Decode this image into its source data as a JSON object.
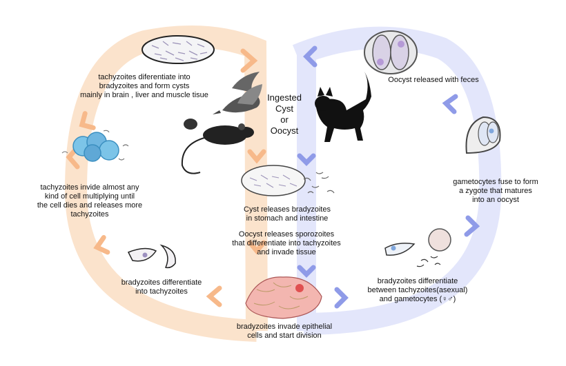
{
  "labels": {
    "tachy_to_brady": "tachyzoites diferentiate into\nbradyzoites and form cysts\nmainly in brain , liver and muscle tisue",
    "ingested": "Ingested\nCyst\nor\nOocyst",
    "oocyst_feces": "Oocyst released with feces",
    "tachy_invade": "tachyzoites invide almost any\nkind of cell multiplying until\nthe cell dies and releases more\ntachyzoites",
    "gametocytes_fuse": "gametocytes fuse to form\na zygote that matures\ninto an oocyst",
    "cyst_releases": "Cyst releases bradyzoites\nin stomach and intestine",
    "oocyst_sporozoites": "Oocyst releases sporozoites\nthat differentiate into tachyzoites\nand invade tissue",
    "brady_to_tachy": "bradyzoites differentiate\ninto tachyzoites",
    "brady_between": "bradyzoites differentiate\nbetween tachyzoites(asexual)\nand gametocytes (♀♂)",
    "brady_invade": "bradyzoites invade epithelial\ncells and start division"
  },
  "colors": {
    "left_cycle": "#fbe3cc",
    "left_chevron": "#f7b98a",
    "right_cycle": "#e3e6fb",
    "right_chevron": "#8f9be8",
    "tachyzoite_blue": "#6fb6e0",
    "cat": "#111111",
    "rat": "#222222",
    "bird": "#555555",
    "epithelium": "#f3b6b0"
  }
}
